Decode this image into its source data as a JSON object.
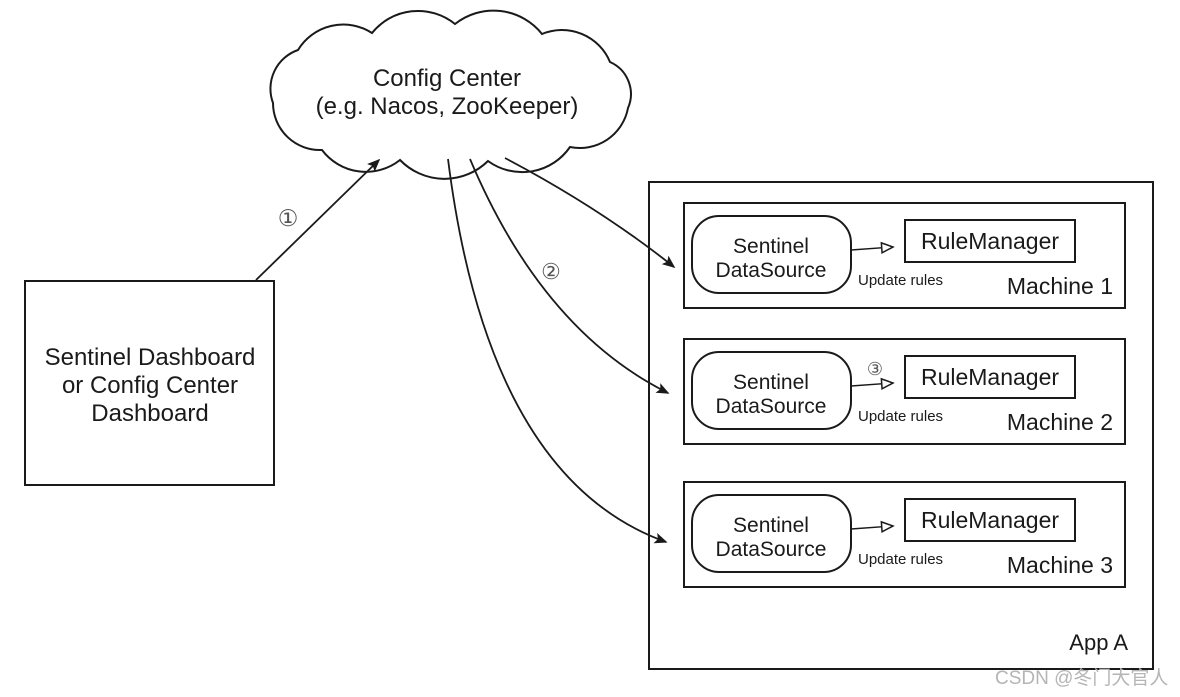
{
  "cloud": {
    "line1": "Config Center",
    "line2": "(e.g. Nacos, ZooKeeper)"
  },
  "dashboard": {
    "line1": "Sentinel Dashboard",
    "line2": "or Config Center",
    "line3": "Dashboard"
  },
  "steps": {
    "step1": "①",
    "step2": "②",
    "step3": "③"
  },
  "machines": [
    {
      "name": "Machine 1",
      "datasource": {
        "line1": "Sentinel",
        "line2": "DataSource"
      },
      "rule_manager": "RuleManager",
      "update_label": "Update rules"
    },
    {
      "name": "Machine 2",
      "datasource": {
        "line1": "Sentinel",
        "line2": "DataSource"
      },
      "rule_manager": "RuleManager",
      "update_label": "Update rules"
    },
    {
      "name": "Machine 3",
      "datasource": {
        "line1": "Sentinel",
        "line2": "DataSource"
      },
      "rule_manager": "RuleManager",
      "update_label": "Update rules"
    }
  ],
  "app": {
    "label": "App A"
  },
  "watermark": "CSDN @冬门大官人",
  "colors": {
    "stroke": "#1a1a1a",
    "step_label": "#555555",
    "watermark": "#b5b5b5",
    "background": "#ffffff"
  }
}
